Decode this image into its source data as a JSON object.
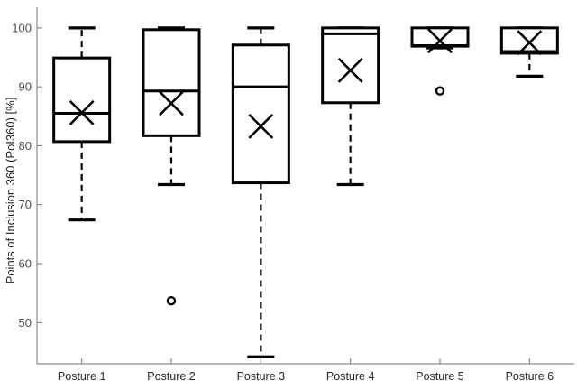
{
  "chart_data": {
    "type": "box",
    "title": "",
    "xlabel": "",
    "ylabel": "Points of Inclusion 360 (PoI360) [%]",
    "categories": [
      "Posture 1",
      "Posture 2",
      "Posture 3",
      "Posture 4",
      "Posture 5",
      "Posture 6"
    ],
    "ylim": [
      43.0,
      103.5
    ],
    "yticks": [
      50,
      60,
      70,
      80,
      90,
      100
    ],
    "ytick_labels": [
      "50",
      "60",
      "70",
      "80",
      "90",
      "100"
    ],
    "grid": false,
    "legend": null,
    "boxes": [
      {
        "category": "Posture 1",
        "whisker_low": 67.4,
        "q1": 80.7,
        "median": 85.5,
        "q3": 94.9,
        "whisker_high": 100.0,
        "mean": 85.6,
        "outliers": []
      },
      {
        "category": "Posture 2",
        "whisker_low": 73.4,
        "q1": 81.7,
        "median": 89.3,
        "q3": 99.7,
        "whisker_high": 100.0,
        "mean": 87.2,
        "outliers": [
          53.7
        ]
      },
      {
        "category": "Posture 3",
        "whisker_low": 44.2,
        "q1": 73.7,
        "median": 90.0,
        "q3": 97.1,
        "whisker_high": 100.0,
        "mean": 83.3,
        "outliers": []
      },
      {
        "category": "Posture 4",
        "whisker_low": 73.4,
        "q1": 87.3,
        "median": 99.0,
        "q3": 100.0,
        "whisker_high": 100.0,
        "mean": 92.8,
        "outliers": []
      },
      {
        "category": "Posture 5",
        "whisker_low": 96.6,
        "q1": 96.9,
        "median": 97.0,
        "q3": 100.0,
        "whisker_high": 100.0,
        "mean": 97.8,
        "outliers": [
          89.3
        ]
      },
      {
        "category": "Posture 6",
        "whisker_low": 91.8,
        "q1": 95.7,
        "median": 96.0,
        "q3": 100.0,
        "whisker_high": 100.0,
        "mean": 97.5,
        "outliers": []
      }
    ],
    "style": {
      "line_color": "#000000",
      "axis_color": "#8c8c8c",
      "tick_label_color": "#4d4d4d",
      "background": "#ffffff",
      "median_marker": "line",
      "mean_marker": "x-cross",
      "whisker_style": "dashed",
      "outlier_marker": "open-circle"
    }
  }
}
